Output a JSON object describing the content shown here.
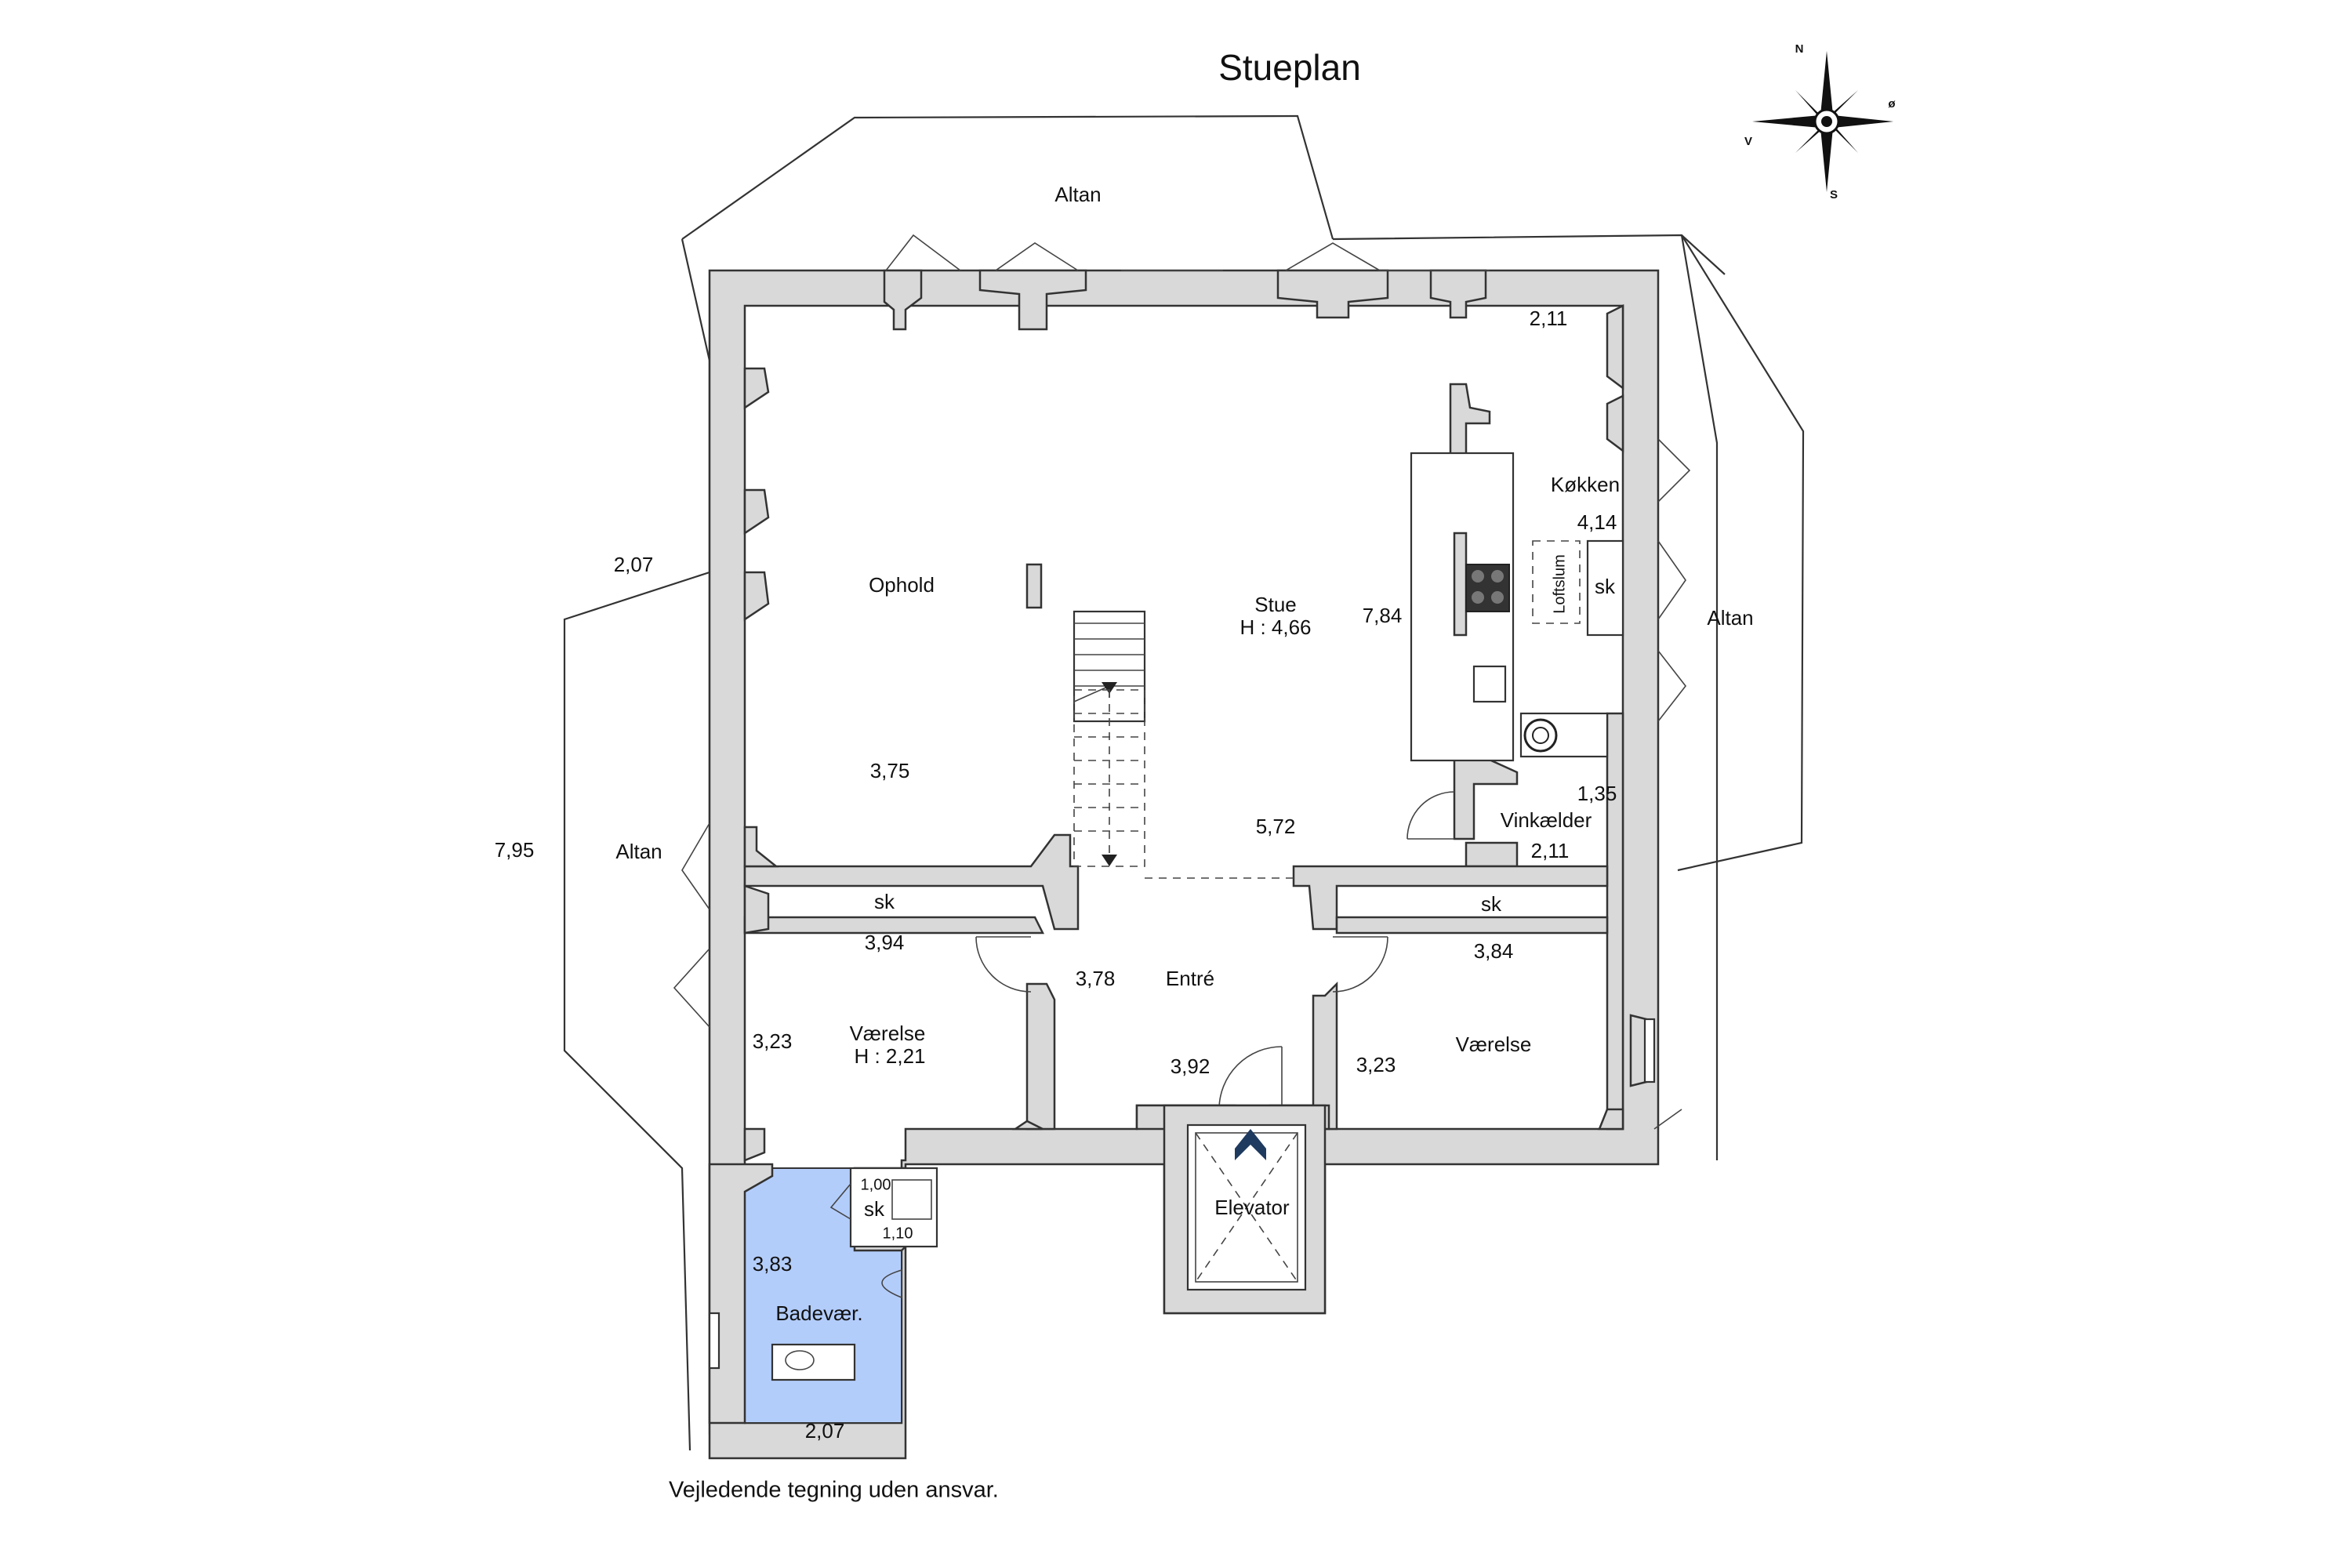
{
  "title": "Stueplan",
  "disclaimer": "Vejledende tegning uden ansvar.",
  "compass": {
    "n": "N",
    "s": "S",
    "e": "ø",
    "w": "V"
  },
  "colors": {
    "bathroom_fill": "#b3cdfb",
    "wall_fill": "#d9d9d9",
    "elevator_arrow": "#1f3a5f"
  },
  "rooms": {
    "altan_top": "Altan",
    "altan_right": "Altan",
    "altan_left": "Altan",
    "ophold": "Ophold",
    "stue": "Stue",
    "stue_height": "H : 4,66",
    "koekken": "Køkken",
    "loftslum": "Loftslum",
    "sk_kitchen": "sk",
    "vinkaelder": "Vinkælder",
    "sk_left": "sk",
    "sk_right": "sk",
    "entre": "Entré",
    "vaerelse_left": "Værelse",
    "vaerelse_left_height": "H : 2,21",
    "vaerelse_right": "Værelse",
    "elevator": "Elevator",
    "sk_bath": "sk",
    "badevaer": "Badevær."
  },
  "dimensions": {
    "top_right_211": "2,11",
    "kitchen_414": "4,14",
    "kitchen_784": "7,84",
    "left_207": "2,07",
    "left_795": "7,95",
    "ophold_375": "3,75",
    "stue_572": "5,72",
    "vinkaelder_135": "1,35",
    "vinkaelder_211": "2,11",
    "sk_left_394": "3,94",
    "sk_right_384": "3,84",
    "entre_378": "3,78",
    "entre_392": "3,92",
    "vaerelse_left_323": "3,23",
    "vaerelse_right_323": "3,23",
    "sk_bath_100": "1,00",
    "sk_bath_110": "1,10",
    "bath_383": "3,83",
    "bath_207": "2,07"
  }
}
